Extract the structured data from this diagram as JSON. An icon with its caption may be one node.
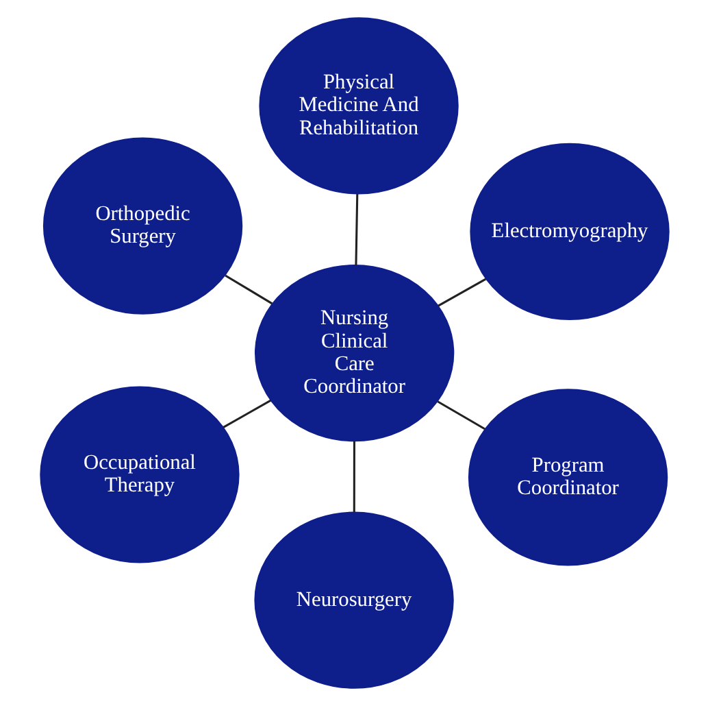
{
  "diagram": {
    "nodes": [
      {
        "text": [
          "Nursing Clinical Care Coordinator"
        ]
      },
      {
        "text": [
          "Program Coordinator"
        ]
      },
      {
        "text": [
          "Neurosurgery"
        ]
      },
      {
        "text": [
          "Orthopedic Surgery"
        ]
      },
      {
        "text": [
          "Electromyography"
        ]
      },
      {
        "text": [
          "Physical Medicine And Rehabilitation"
        ]
      },
      {
        "text": [
          "Occupational Therapy"
        ]
      }
    ],
    "edges": [
      {
        "from": 0,
        "to": 1,
        "arrow": "none"
      },
      {
        "from": 0,
        "to": 2,
        "arrow": "none"
      },
      {
        "from": 0,
        "to": 3,
        "arrow": "none"
      },
      {
        "from": 0,
        "to": 4,
        "arrow": "none"
      },
      {
        "from": 0,
        "to": 5,
        "arrow": "none"
      },
      {
        "from": 0,
        "to": 6,
        "arrow": "none"
      }
    ]
  }
}
